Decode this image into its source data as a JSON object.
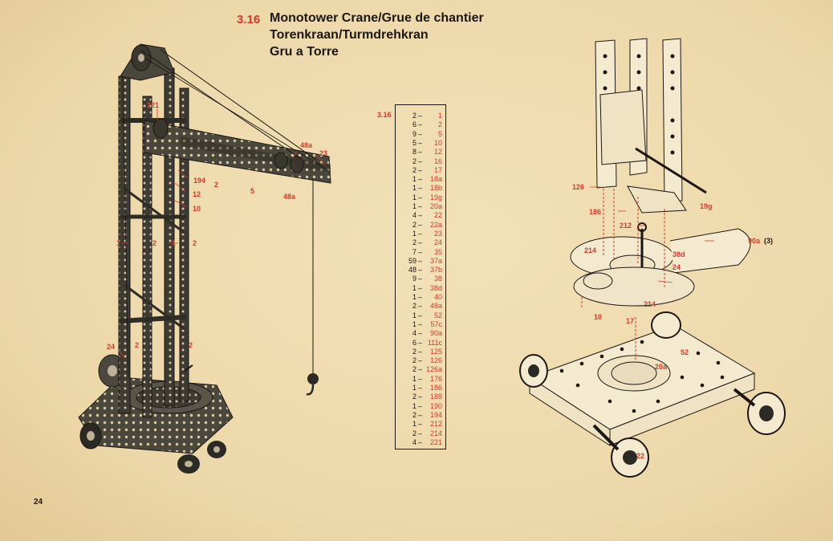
{
  "page_number": "24",
  "heading": {
    "number": "3.16",
    "line1": "Monotower Crane/Grue de chantier",
    "line2": "Torenkraan/Turmdrehkran",
    "line3": "Gru a Torre"
  },
  "parts_list": {
    "model_code": "3.16",
    "rows": [
      {
        "qty": "2",
        "part": "1"
      },
      {
        "qty": "6",
        "part": "2"
      },
      {
        "qty": "9",
        "part": "5"
      },
      {
        "qty": "5",
        "part": "10"
      },
      {
        "qty": "8",
        "part": "12"
      },
      {
        "qty": "2",
        "part": "16"
      },
      {
        "qty": "2",
        "part": "17"
      },
      {
        "qty": "1",
        "part": "18a"
      },
      {
        "qty": "1",
        "part": "18b"
      },
      {
        "qty": "1",
        "part": "19g"
      },
      {
        "qty": "1",
        "part": "20a"
      },
      {
        "qty": "4",
        "part": "22"
      },
      {
        "qty": "2",
        "part": "22a"
      },
      {
        "qty": "1",
        "part": "23"
      },
      {
        "qty": "2",
        "part": "24"
      },
      {
        "qty": "7",
        "part": "35"
      },
      {
        "qty": "59",
        "part": "37a"
      },
      {
        "qty": "48",
        "part": "37b"
      },
      {
        "qty": "9",
        "part": "38"
      },
      {
        "qty": "1",
        "part": "38d"
      },
      {
        "qty": "1",
        "part": "40"
      },
      {
        "qty": "2",
        "part": "48a"
      },
      {
        "qty": "1",
        "part": "52"
      },
      {
        "qty": "1",
        "part": "57c"
      },
      {
        "qty": "4",
        "part": "90a"
      },
      {
        "qty": "6",
        "part": "111c"
      },
      {
        "qty": "2",
        "part": "125"
      },
      {
        "qty": "2",
        "part": "126"
      },
      {
        "qty": "2",
        "part": "126a"
      },
      {
        "qty": "1",
        "part": "176"
      },
      {
        "qty": "1",
        "part": "186"
      },
      {
        "qty": "2",
        "part": "188"
      },
      {
        "qty": "1",
        "part": "190"
      },
      {
        "qty": "2",
        "part": "194"
      },
      {
        "qty": "1",
        "part": "212"
      },
      {
        "qty": "2",
        "part": "214"
      },
      {
        "qty": "4",
        "part": "221"
      }
    ]
  },
  "crane_labels": {
    "l221": "221",
    "l48a_top": "48a",
    "l23": "23",
    "l194": "194",
    "l2_jib": "2",
    "l5": "5",
    "l48a_bot": "48a",
    "l12": "12",
    "l10": "10",
    "l1_left": "1",
    "l2_mid": "2",
    "l1_mid": "1",
    "l2_right": "2",
    "l24": "24",
    "l2_low_a": "2",
    "l2_low_b": "2"
  },
  "detail_labels": {
    "l126": "126",
    "l186": "186",
    "l212": "212",
    "l19g": "19g",
    "l90a": "90a",
    "l90a_count": "(3)",
    "l214_a": "214",
    "l38d": "38d",
    "l24": "24",
    "l214_b": "214",
    "l10": "10",
    "l17": "17",
    "l52": "52",
    "l20a": "20a",
    "l22": "22"
  },
  "colors": {
    "paper": "#efdcb0",
    "ink": "#1c1712",
    "accent_red": "#d63a2a",
    "metal": "#3a3a34"
  }
}
